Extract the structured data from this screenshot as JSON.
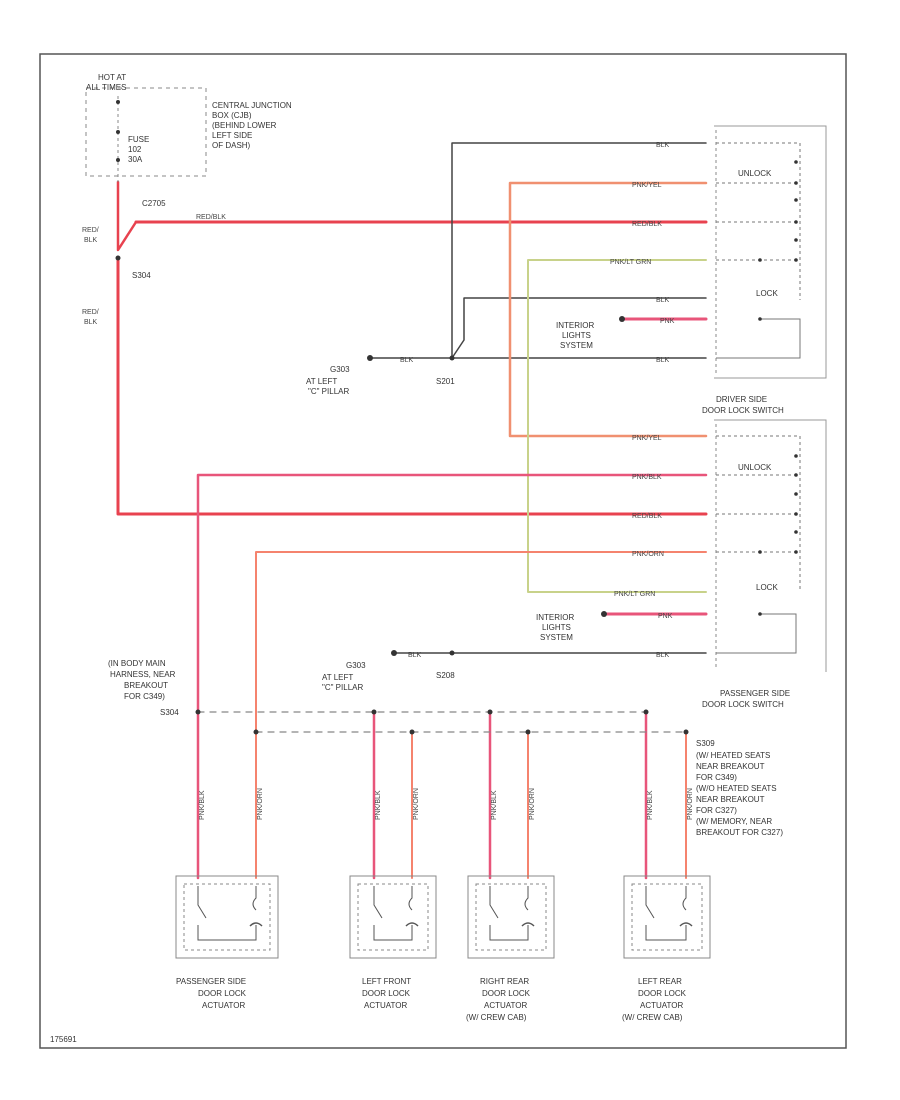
{
  "diagram_id": "175691",
  "colors": {
    "red": "#e8424f",
    "pink": "#e8557a",
    "orange": "#f09070",
    "yellowgreen": "#c8d28a",
    "black": "#333333",
    "gray": "#555555",
    "dashed": "#888888"
  },
  "battery_box": {
    "hot_label_1": "HOT AT",
    "hot_label_2": "ALL TIMES",
    "fuse_1": "FUSE",
    "fuse_2": "102",
    "fuse_3": "30A",
    "cjb_1": "CENTRAL JUNCTION",
    "cjb_2": "BOX (CJB)",
    "cjb_3": "(BEHIND LOWER",
    "cjb_4": "LEFT SIDE",
    "cjb_5": "OF DASH)"
  },
  "connectors": {
    "c2705": "C2705",
    "s304": "S304",
    "s304_2": "S304",
    "s201": "S201",
    "s208": "S208",
    "s309": "S309",
    "g303a": "G303",
    "g303b": "G303"
  },
  "wires": {
    "red_blk_1": "RED/",
    "red_blk_2": "BLK",
    "red_blk_3": "RED/",
    "red_blk_4": "BLK",
    "red_blk_h": "RED/BLK",
    "blk": "BLK",
    "pnk_yel": "PNK/YEL",
    "pnk_blk": "PNK/BLK",
    "pnk_lt_grn": "PNK/LT GRN",
    "pnk": "PNK",
    "pnk_orn": "PNK/ORN",
    "pnk_blk_v": "PNK/BLK",
    "pnk_orn_v": "PNK/ORN"
  },
  "ground_label": {
    "l1": "AT LEFT",
    "l2": "\"C\" PILLAR"
  },
  "driver_switch": {
    "title_1": "DRIVER SIDE",
    "title_2": "DOOR LOCK SWITCH",
    "unlock": "UNLOCK",
    "lock": "LOCK",
    "interior_1": "INTERIOR",
    "interior_2": "LIGHTS",
    "interior_3": "SYSTEM"
  },
  "passenger_switch": {
    "title_1": "PASSENGER SIDE",
    "title_2": "DOOR LOCK SWITCH",
    "unlock": "UNLOCK",
    "lock": "LOCK",
    "interior_1": "INTERIOR",
    "interior_2": "LIGHTS",
    "interior_3": "SYSTEM"
  },
  "splice_notes": {
    "left_1": "(IN BODY MAIN",
    "left_2": "HARNESS, NEAR",
    "left_3": "BREAKOUT",
    "left_4": "FOR C349)",
    "right_1": "(W/ HEATED SEATS",
    "right_2": "NEAR BREAKOUT",
    "right_3": "FOR C349)",
    "right_4": "(W/O HEATED SEATS",
    "right_5": "NEAR BREAKOUT",
    "right_6": "FOR C327)",
    "right_7": "(W/ MEMORY, NEAR",
    "right_8": "BREAKOUT FOR C327)"
  },
  "actuators": [
    {
      "l1": "PASSENGER SIDE",
      "l2": "DOOR LOCK",
      "l3": "ACTUATOR",
      "l4": ""
    },
    {
      "l1": "LEFT FRONT",
      "l2": "DOOR LOCK",
      "l3": "ACTUATOR",
      "l4": ""
    },
    {
      "l1": "RIGHT REAR",
      "l2": "DOOR LOCK",
      "l3": "ACTUATOR",
      "l4": "(W/ CREW CAB)"
    },
    {
      "l1": "LEFT REAR",
      "l2": "DOOR LOCK",
      "l3": "ACTUATOR",
      "l4": "(W/ CREW CAB)"
    }
  ]
}
